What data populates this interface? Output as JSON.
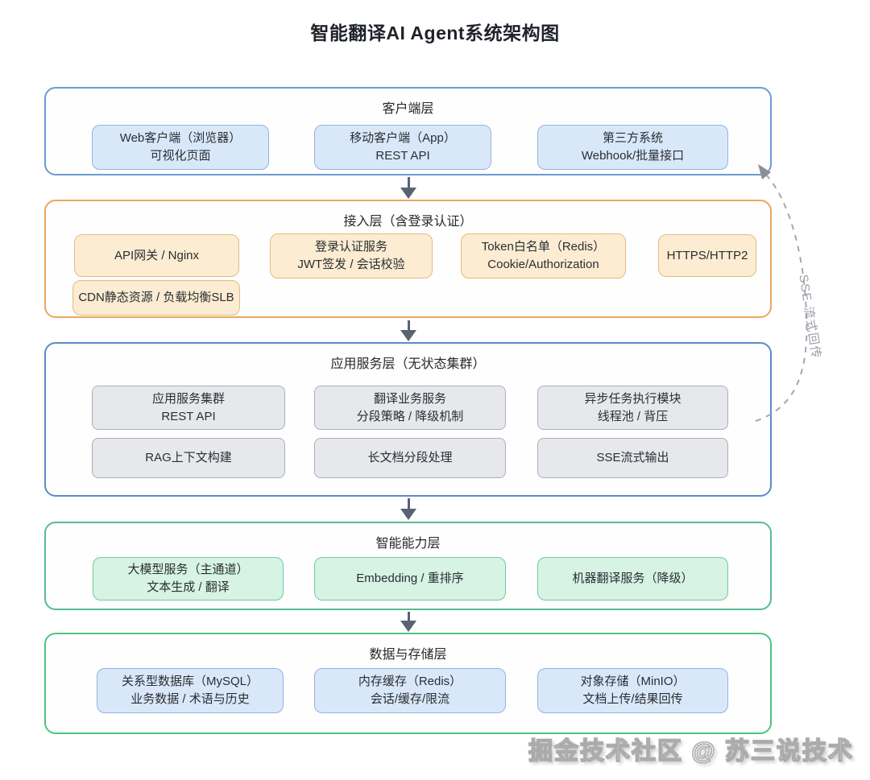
{
  "title": "智能翻译AI Agent系统架构图",
  "layers": [
    {
      "label": "客户端层",
      "boxes": [
        {
          "lines": [
            "Web客户端（浏览器）",
            "可视化页面"
          ]
        },
        {
          "lines": [
            "移动客户端（App）",
            "REST API"
          ]
        },
        {
          "lines": [
            "第三方系统",
            "Webhook/批量接口"
          ]
        }
      ]
    },
    {
      "label": "接入层（含登录认证）",
      "boxes": [
        {
          "lines": [
            "API网关 / Nginx"
          ]
        },
        {
          "lines": [
            "登录认证服务",
            "JWT签发 / 会话校验"
          ]
        },
        {
          "lines": [
            "Token白名单（Redis）",
            "Cookie/Authorization"
          ]
        },
        {
          "lines": [
            "HTTPS/HTTP2"
          ]
        },
        {
          "lines": [
            "CDN静态资源 / 负载均衡SLB"
          ]
        }
      ]
    },
    {
      "label": "应用服务层（无状态集群）",
      "boxes": [
        {
          "lines": [
            "应用服务集群",
            "REST API"
          ]
        },
        {
          "lines": [
            "翻译业务服务",
            "分段策略 / 降级机制"
          ]
        },
        {
          "lines": [
            "异步任务执行模块",
            "线程池 / 背压"
          ]
        },
        {
          "lines": [
            "RAG上下文构建"
          ]
        },
        {
          "lines": [
            "长文档分段处理"
          ]
        },
        {
          "lines": [
            "SSE流式输出"
          ]
        }
      ]
    },
    {
      "label": "智能能力层",
      "boxes": [
        {
          "lines": [
            "大模型服务（主通道）",
            "文本生成 / 翻译"
          ]
        },
        {
          "lines": [
            "Embedding / 重排序"
          ]
        },
        {
          "lines": [
            "机器翻译服务（降级）"
          ]
        }
      ]
    },
    {
      "label": "数据与存储层",
      "boxes": [
        {
          "lines": [
            "关系型数据库（MySQL）",
            "业务数据 / 术语与历史"
          ]
        },
        {
          "lines": [
            "内存缓存（Redis）",
            "会话/缓存/限流"
          ]
        },
        {
          "lines": [
            "对象存储（MinIO）",
            "文档上传/结果回传"
          ]
        }
      ]
    }
  ],
  "sse_return_label": "SSE 流式回传",
  "watermark": "掘金技术社区 @ 苏三说技术",
  "colors": {
    "client_layer_border": "#6d9bd3",
    "access_layer_border": "#e8a95e",
    "app_layer_border": "#5b8bc9",
    "ai_layer_border": "#55bd8e",
    "data_layer_border": "#4ec57e",
    "blue_node_bg": "#d9e8f9",
    "orange_node_bg": "#fbecd2",
    "gray_node_bg": "#e6e8ec",
    "green_node_bg": "#d6f3e3",
    "flow_arrow": "#5a6372",
    "dashed_path": "#a3a7ae"
  }
}
